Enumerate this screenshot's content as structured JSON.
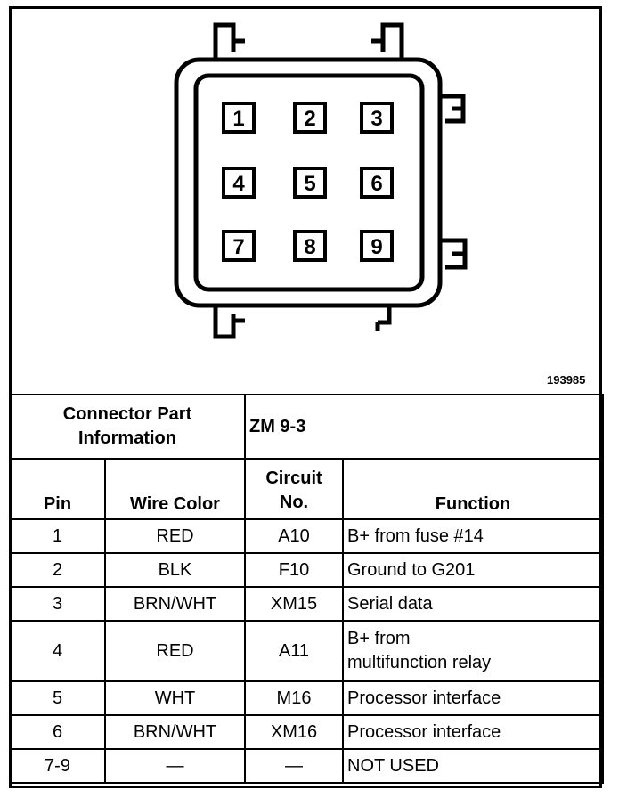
{
  "diagram": {
    "pins": [
      "1",
      "2",
      "3",
      "4",
      "5",
      "6",
      "7",
      "8",
      "9"
    ],
    "reference_number": "193985"
  },
  "connector": {
    "label_line1": "Connector Part",
    "label_line2": "Information",
    "value": "ZM 9-3"
  },
  "table": {
    "headers": {
      "pin": "Pin",
      "wire_color": "Wire Color",
      "circuit_line1": "Circuit",
      "circuit_line2": "No.",
      "function": "Function"
    },
    "rows": [
      {
        "pin": "1",
        "wire": "RED",
        "circuit": "A10",
        "function": "B+ from fuse #14",
        "function2": ""
      },
      {
        "pin": "2",
        "wire": "BLK",
        "circuit": "F10",
        "function": "Ground to G201",
        "function2": ""
      },
      {
        "pin": "3",
        "wire": "BRN/WHT",
        "circuit": "XM15",
        "function": "Serial data",
        "function2": ""
      },
      {
        "pin": "4",
        "wire": "RED",
        "circuit": "A11",
        "function": "B+ from",
        "function2": "multifunction relay"
      },
      {
        "pin": "5",
        "wire": "WHT",
        "circuit": "M16",
        "function": "Processor interface",
        "function2": ""
      },
      {
        "pin": "6",
        "wire": "BRN/WHT",
        "circuit": "XM16",
        "function": "Processor interface",
        "function2": ""
      },
      {
        "pin": "7-9",
        "wire": "—",
        "circuit": "—",
        "function": "NOT USED",
        "function2": ""
      }
    ]
  }
}
